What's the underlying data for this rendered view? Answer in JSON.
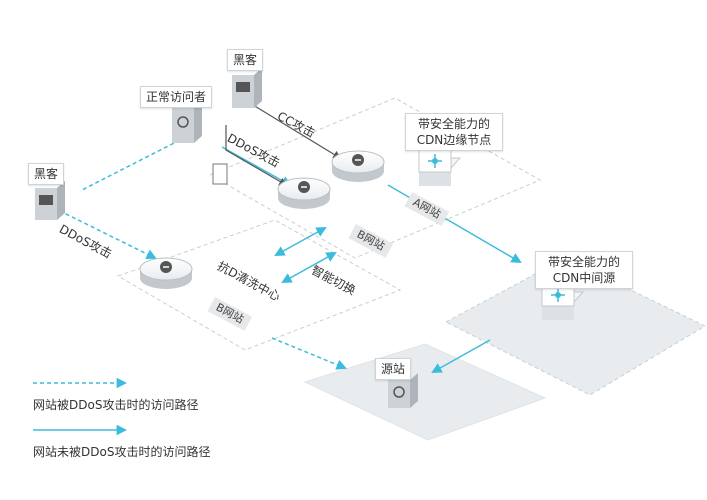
{
  "nodes": {
    "hacker_top": "黑客",
    "hacker_left": "黑客",
    "normal_visitor": "正常访问者",
    "cdn_edge": "带安全能力的CDN边缘节点",
    "cdn_mid": "带安全能力的CDN中间源",
    "origin": "源站"
  },
  "attacks": {
    "cc": "CC攻击",
    "ddos_top": "DDoS攻击",
    "ddos_left": "DDoS攻击"
  },
  "sites": {
    "a_site": "A网站",
    "b_site_edge": "B网站",
    "b_site_scrub": "B网站"
  },
  "labels": {
    "scrub_center": "抗D清洗中心",
    "smart_switch": "智能切换"
  },
  "legend": [
    {
      "text": "网站被DDoS攻击时的访问路径",
      "style": "dashed"
    },
    {
      "text": "网站未被DDoS攻击时的访问路径",
      "style": "solid"
    }
  ],
  "colors": {
    "accent": "#3cbcdc",
    "node": "#d9dde1",
    "dark_line": "#555555"
  }
}
